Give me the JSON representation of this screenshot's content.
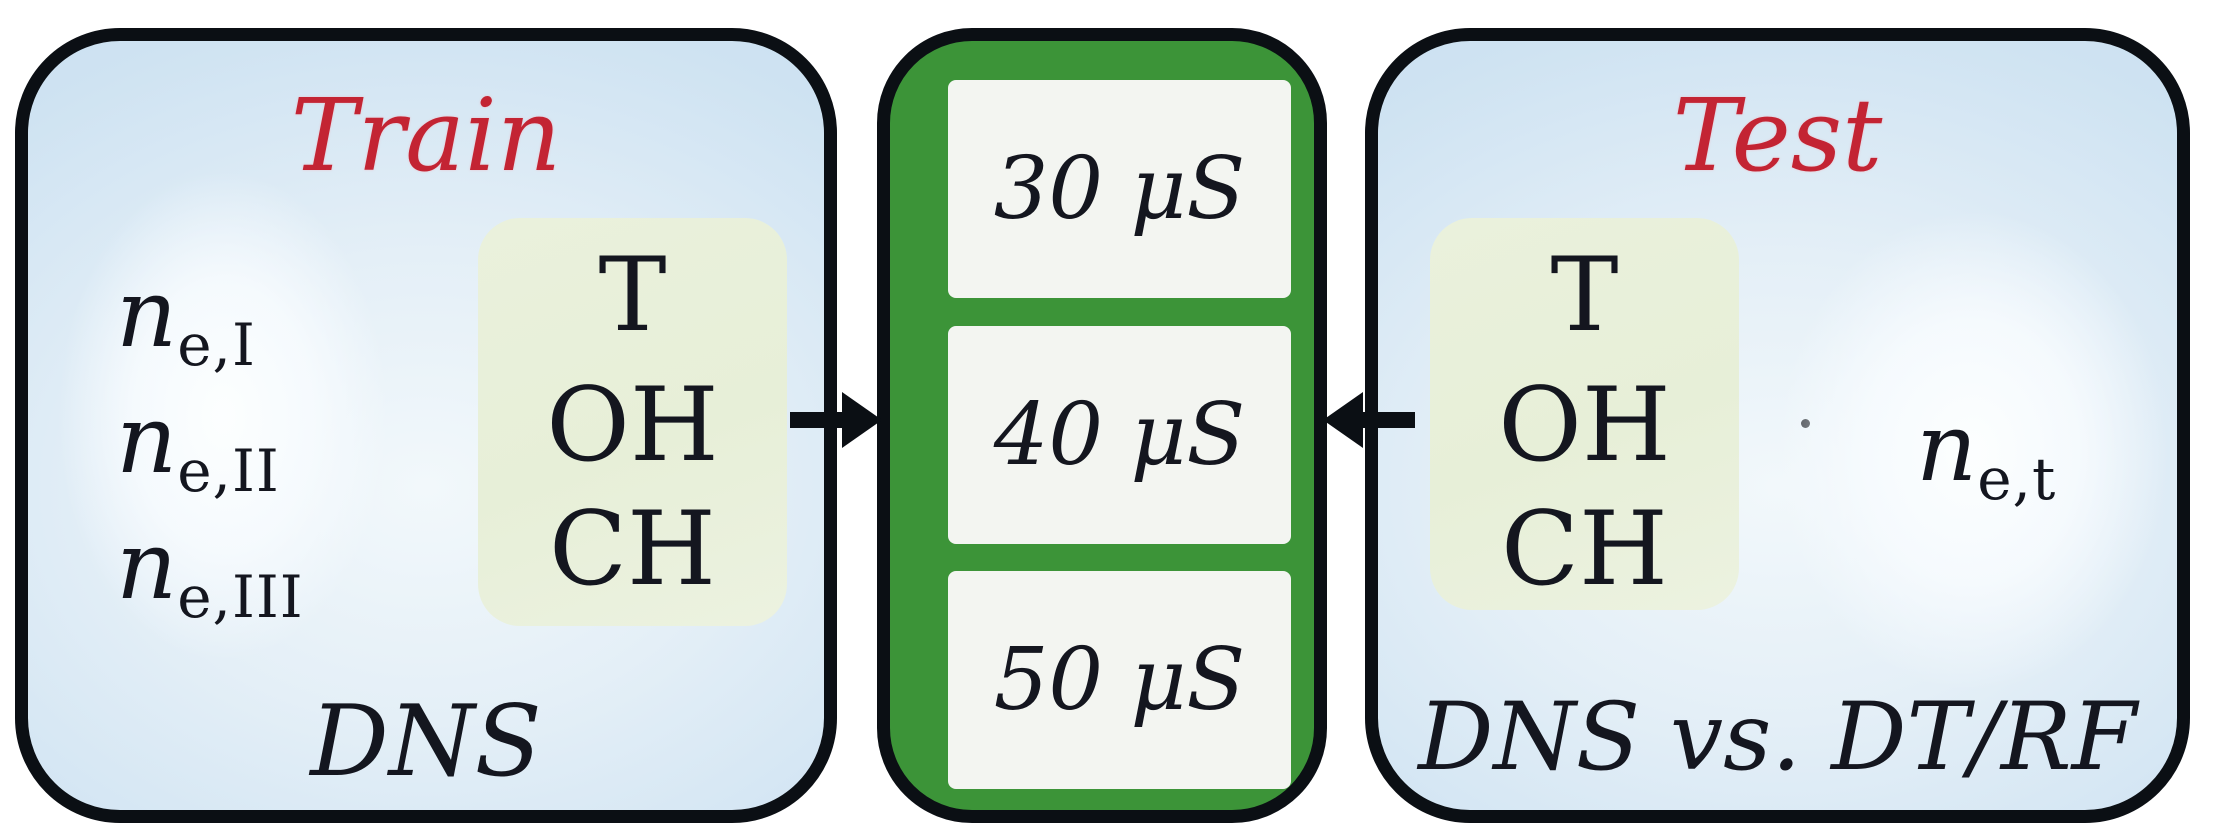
{
  "train_panel": {
    "title": "Train",
    "density_labels": [
      {
        "base": "n",
        "sub": "e,I"
      },
      {
        "base": "n",
        "sub": "e,II"
      },
      {
        "base": "n",
        "sub": "e,III"
      }
    ],
    "species": [
      "T",
      "OH",
      "CH"
    ],
    "caption": "DNS"
  },
  "time_panel": {
    "items": [
      "30 μS",
      "40 μS",
      "50 μS"
    ]
  },
  "test_panel": {
    "title": "Test",
    "species": [
      "T",
      "OH",
      "CH"
    ],
    "density_label": {
      "base": "n",
      "sub": "e,t"
    },
    "caption": "DNS vs. DT/RF"
  },
  "colors": {
    "panel_blue": "#cfe3f2",
    "panel_border": "#0b0f14",
    "middle_green": "#3c9438",
    "time_box_fill": "#f3f5f1",
    "species_box_green": "#e7efd8",
    "title_red": "#c32433",
    "text_dark": "#14161f"
  }
}
